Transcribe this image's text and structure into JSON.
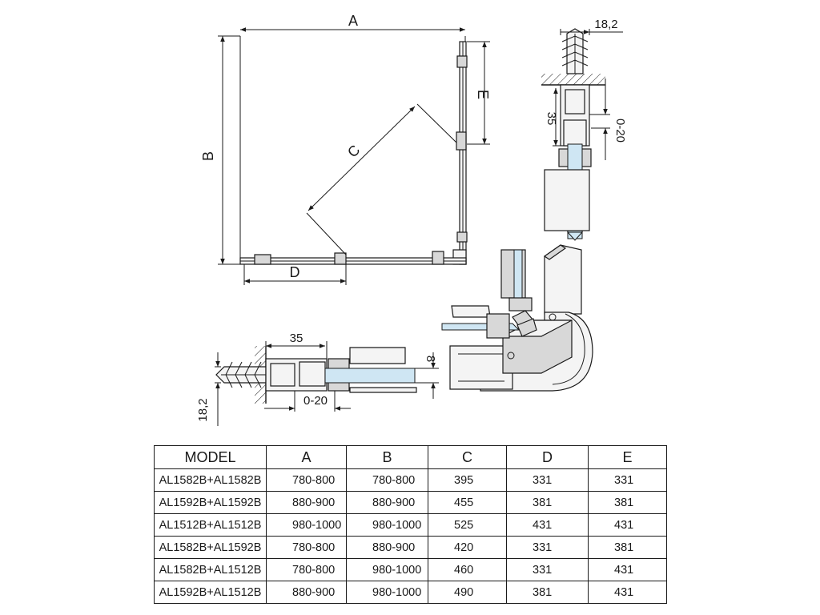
{
  "dimensions": {
    "A": "A",
    "B": "B",
    "C": "C",
    "D": "D",
    "E": "E",
    "wall_width": "18,2",
    "profile_depth": "35",
    "adjust": "0-20",
    "glass": "8"
  },
  "table": {
    "headers": [
      "MODEL",
      "A",
      "B",
      "C",
      "D",
      "E"
    ],
    "rows": [
      [
        "AL1582B+AL1582B",
        "780-800",
        "780-800",
        "395",
        "331",
        "331"
      ],
      [
        "AL1592B+AL1592B",
        "880-900",
        "880-900",
        "455",
        "381",
        "381"
      ],
      [
        "AL1512B+AL1512B",
        "980-1000",
        "980-1000",
        "525",
        "431",
        "431"
      ],
      [
        "AL1582B+AL1592B",
        "780-800",
        "880-900",
        "420",
        "331",
        "381"
      ],
      [
        "AL1582B+AL1512B",
        "780-800",
        "980-1000",
        "460",
        "331",
        "431"
      ],
      [
        "AL1592B+AL1512B",
        "880-900",
        "980-1000",
        "490",
        "381",
        "431"
      ]
    ]
  },
  "colors": {
    "glass": "#cfe6f3",
    "line": "#1a1a1a"
  }
}
